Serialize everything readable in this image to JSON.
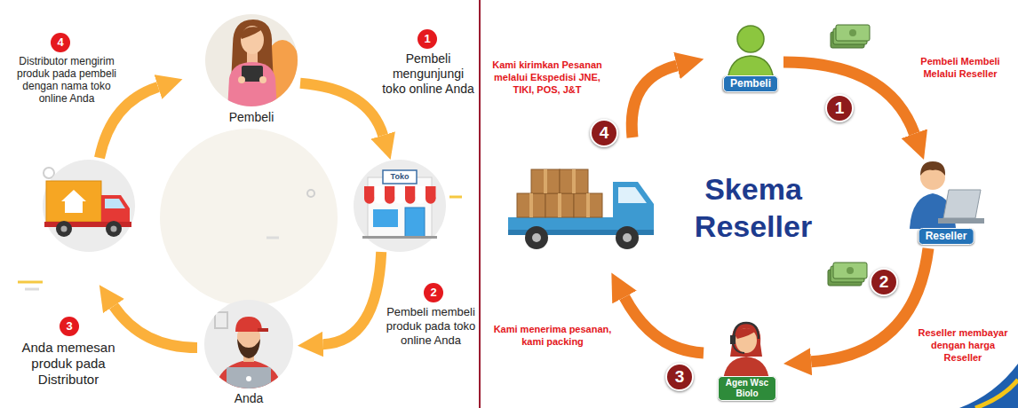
{
  "diagram": {
    "nodes": [
      {
        "text": [
          "Pembeli"
        ]
      },
      {
        "text": [
          "Toko"
        ]
      },
      {
        "text": [
          "Anda"
        ]
      },
      {
        "text": [
          "Pembeli"
        ]
      },
      {
        "text": [
          "Reseller"
        ]
      },
      {
        "text": [
          "Agen Wsc Biolo"
        ]
      }
    ],
    "edges": [
      {
        "from": 0,
        "to": 1,
        "arrow": "to"
      },
      {
        "from": 1,
        "to": 2,
        "arrow": "to"
      },
      {
        "from": 3,
        "to": 4,
        "arrow": "to"
      },
      {
        "from": 4,
        "to": 5,
        "arrow": "to"
      }
    ],
    "labels": [
      "4",
      "Distributor mengirim produk pada pembeli dengan nama toko online Anda",
      "1",
      "Pembeli mengunjungi toko online Anda",
      "2",
      "Pembeli membeli produk pada toko online Anda",
      "3",
      "Anda memesan produk pada Distributor",
      "Kami kirimkan Pesanan melalui Ekspedisi JNE, TIKI, POS, J&T",
      "4",
      "1",
      "Pembeli Membeli Melalui Reseller",
      "Skema Reseller",
      "2",
      "Reseller membayar dengan harga Reseller",
      "3",
      "Kami menerima pesanan, kami packing"
    ]
  }
}
